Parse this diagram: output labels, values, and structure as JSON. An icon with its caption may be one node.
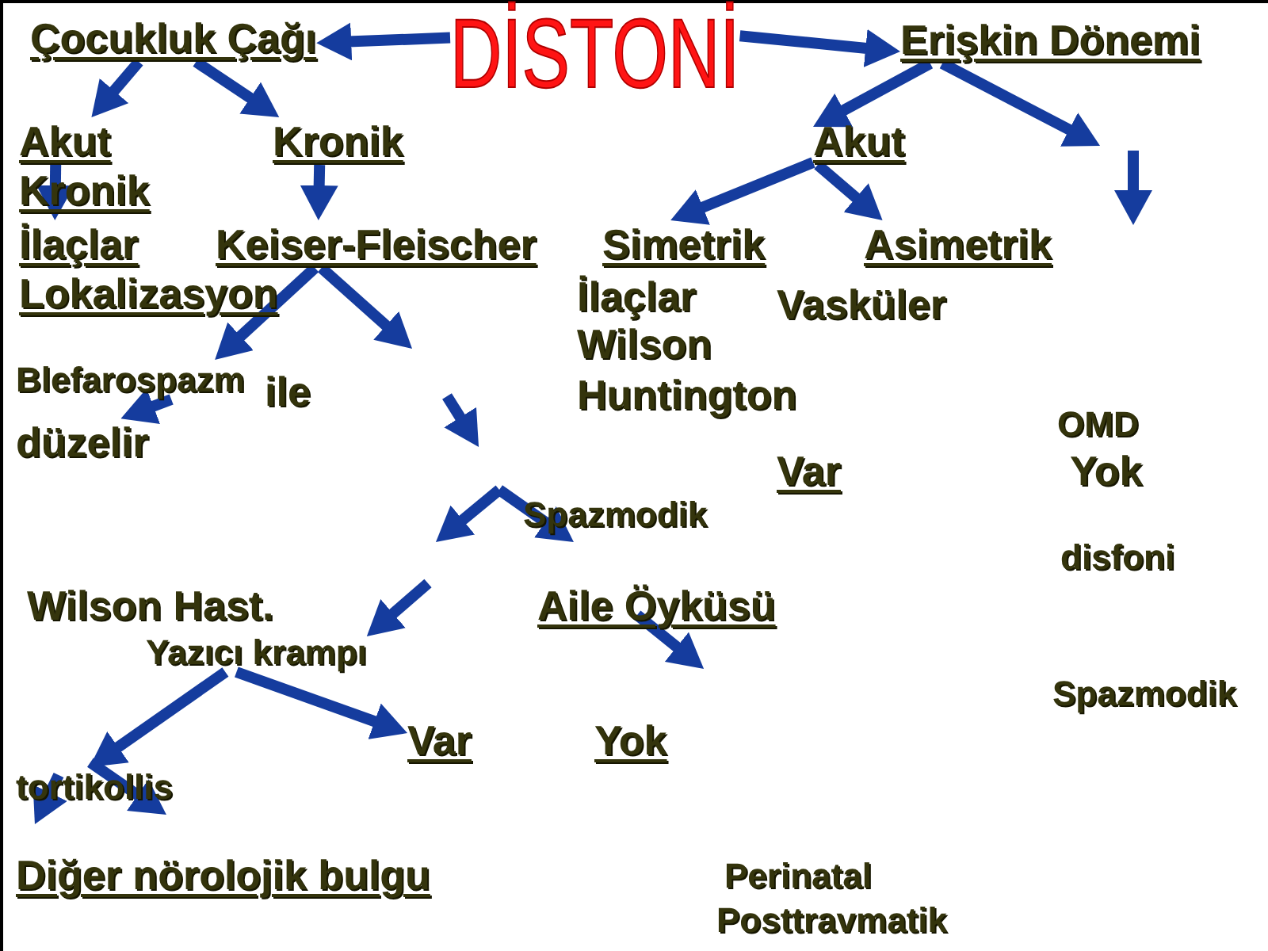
{
  "diagram": {
    "nodes": [
      {
        "text": [
          "Çocukluk Çağı"
        ]
      },
      {
        "text": [
          "DİSTONİ"
        ]
      },
      {
        "text": [
          "Erişkin Dönemi"
        ]
      },
      {
        "text": [
          "Akut"
        ]
      },
      {
        "text": [
          "Kronik"
        ]
      },
      {
        "text": [
          "Akut"
        ]
      },
      {
        "text": [
          "İlaçlar"
        ]
      },
      {
        "text": [
          "Keiser-Fleischer"
        ]
      },
      {
        "text": [
          "Simetrik"
        ]
      },
      {
        "text": [
          "Asimetrik"
        ]
      },
      {
        "text": [
          "Blefarospazm"
        ]
      },
      {
        "text": [
          "düzelir"
        ]
      },
      {
        "text": [
          "Yazıcı krampı"
        ]
      },
      {
        "text": [
          "Var"
        ]
      },
      {
        "text": [
          "tortikollis"
        ]
      }
    ],
    "edges": [
      {
        "from": 1,
        "to": 0,
        "arrow": "to"
      },
      {
        "from": 1,
        "to": 2,
        "arrow": "to"
      },
      {
        "from": 0,
        "to": 3,
        "arrow": "to"
      },
      {
        "from": 0,
        "to": 4,
        "arrow": "to"
      },
      {
        "from": 2,
        "to": 5,
        "arrow": "to"
      },
      {
        "from": 2,
        "to": null,
        "arrow": "to"
      },
      {
        "from": 3,
        "to": 6,
        "arrow": "to"
      },
      {
        "from": 4,
        "to": 7,
        "arrow": "to"
      },
      {
        "from": 5,
        "to": 8,
        "arrow": "to"
      },
      {
        "from": 5,
        "to": 9,
        "arrow": "to"
      },
      {
        "from": 7,
        "to": 10,
        "arrow": "to"
      },
      {
        "from": 7,
        "to": null,
        "arrow": "to"
      },
      {
        "from": 10,
        "to": 11,
        "arrow": "to"
      },
      {
        "from": null,
        "to": 12,
        "arrow": "to"
      },
      {
        "from": 12,
        "to": 14,
        "arrow": "to"
      },
      {
        "from": 12,
        "to": 13,
        "arrow": "to"
      }
    ],
    "labels": [
      "Kronik",
      "Lokalizasyon",
      "İlaçlar",
      "Vasküler",
      "Wilson",
      "ile",
      "Huntington",
      "OMD",
      "Var",
      "Yok",
      "Spazmodik",
      "disfoni",
      "Wilson Hast.",
      "Aile Öyküsü",
      "Spazmodik",
      "Yok",
      "Diğer nörolojik bulgu",
      "Perinatal",
      "Posttravmatik"
    ]
  }
}
